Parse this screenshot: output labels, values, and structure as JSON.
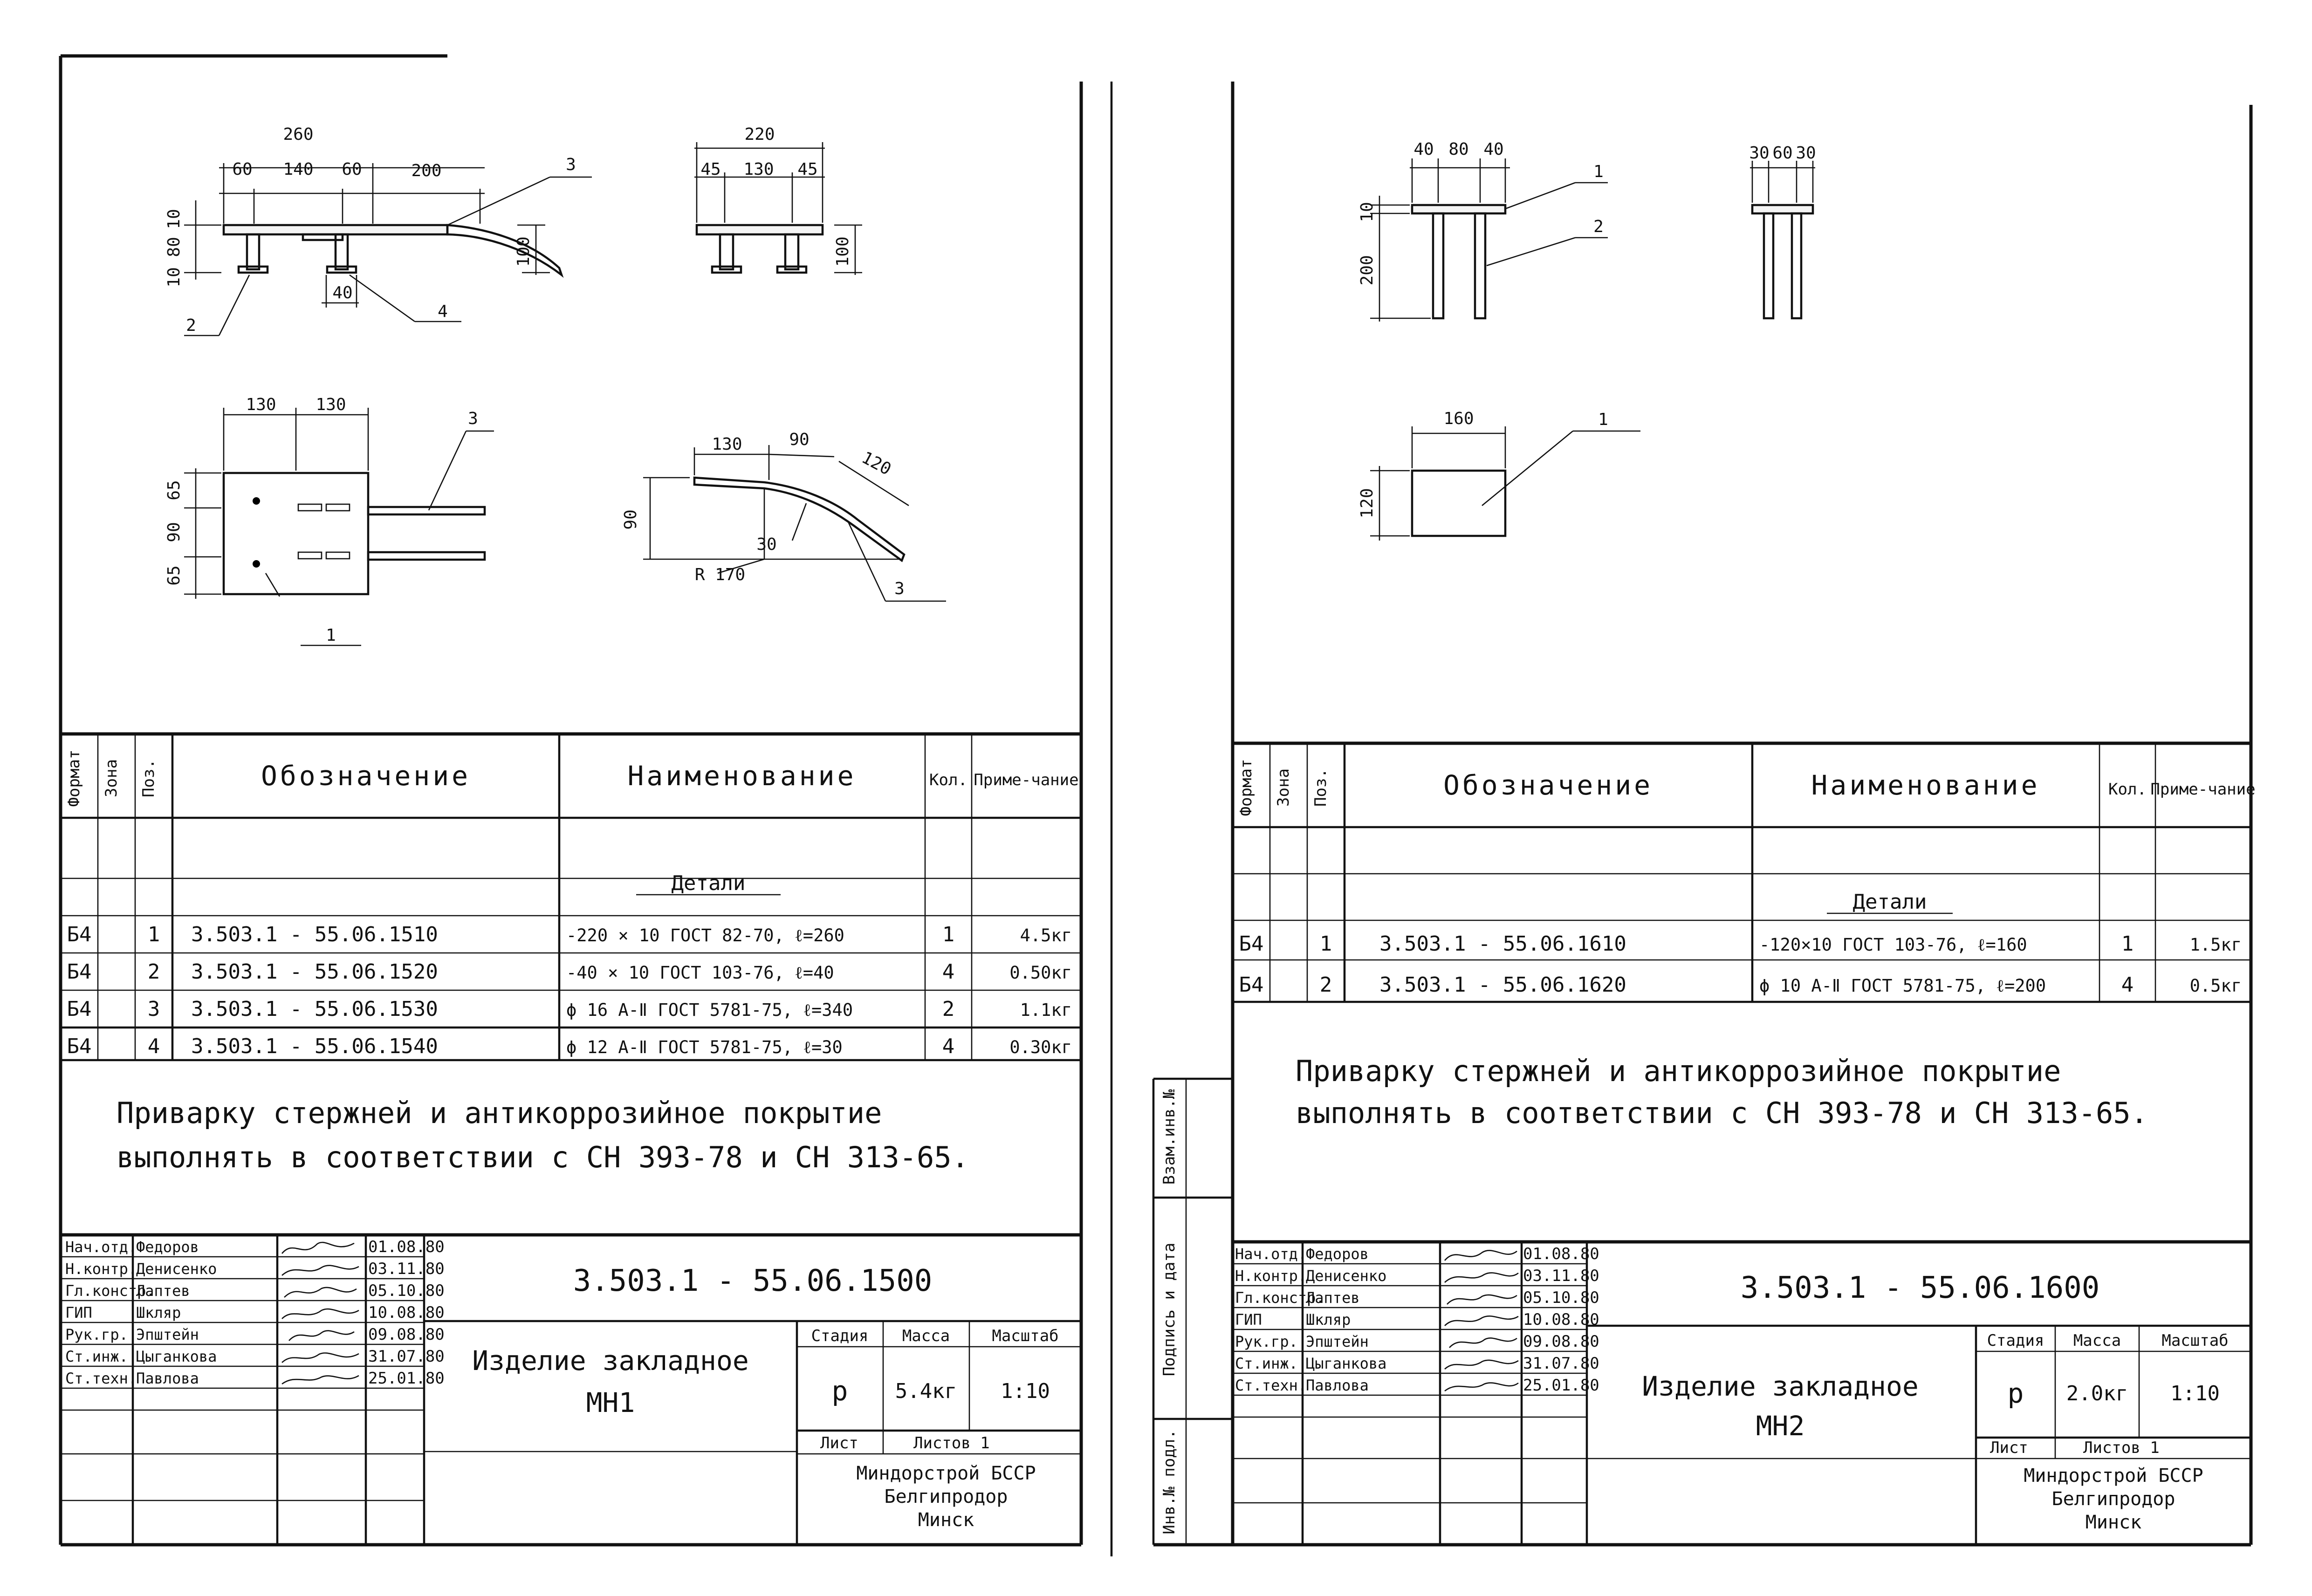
{
  "sheets": [
    {
      "drawing_dims": {
        "front_total": "260",
        "front_a": "60",
        "front_b": "140",
        "front_c": "60",
        "front_d": "200",
        "front_v1": "10",
        "front_v2": "80",
        "front_v3": "10",
        "front_h": "100",
        "front_x": "40",
        "side_total": "220",
        "side_a": "45",
        "side_b": "130",
        "side_c": "45",
        "side_h": "100",
        "plan_a": "130",
        "plan_b": "130",
        "plan_v1": "65",
        "plan_v2": "90",
        "plan_v3": "65",
        "bar_a": "130",
        "bar_b": "90",
        "bar_c": "120",
        "bar_h": "90",
        "bar_r": "R 170",
        "bar_ang": "30"
      },
      "leaders": [
        "3",
        "2",
        "4",
        "3",
        "1",
        "3"
      ],
      "table": {
        "headers": [
          "Формат",
          "Зона",
          "Поз.",
          "Обозначение",
          "Наименование",
          "Кол.",
          "Приме-чание"
        ],
        "section": "Детали",
        "rows": [
          {
            "fmt": "Б4",
            "pos": "1",
            "code": "3.503.1 - 55.06.1510",
            "name": "-220 × 10  ГОСТ 82-70, ℓ=260",
            "qty": "1",
            "note": "4.5кг"
          },
          {
            "fmt": "Б4",
            "pos": "2",
            "code": "3.503.1 - 55.06.1520",
            "name": "-40 × 10  ГОСТ 103-76, ℓ=40",
            "qty": "4",
            "note": "0.50кг"
          },
          {
            "fmt": "Б4",
            "pos": "3",
            "code": "3.503.1 - 55.06.1530",
            "name": "ϕ 16 А-Ⅱ  ГОСТ 5781-75, ℓ=340",
            "qty": "2",
            "note": "1.1кг"
          },
          {
            "fmt": "Б4",
            "pos": "4",
            "code": "3.503.1 - 55.06.1540",
            "name": "ϕ 12 А-Ⅱ  ГОСТ 5781-75, ℓ=30",
            "qty": "4",
            "note": "0.30кг"
          }
        ]
      },
      "note_lines": [
        "Приварку стержней и антикоррозийное покрытие",
        "выполнять в соответствии с СН 393-78 и СН 313-65."
      ],
      "stamp": {
        "doc_code": "3.503.1 - 55.06.1500",
        "title_lines": [
          "Изделие закладное",
          "МН1"
        ],
        "stage_label": "Стадия",
        "mass_label": "Масса",
        "scale_label": "Масштаб",
        "stage": "р",
        "mass": "5.4кг",
        "scale": "1:10",
        "sheet_label": "Лист",
        "sheets_label": "Листов 1",
        "org_lines": [
          "Миндорстрой БССР",
          "Белгипродор",
          "Минск"
        ],
        "staff": [
          {
            "role": "Нач.отд.",
            "name": "Федоров",
            "date": "01.08.80"
          },
          {
            "role": "Н.контр.",
            "name": "Денисенко",
            "date": "03.11.80"
          },
          {
            "role": "Гл.констр.",
            "name": "Лаптев",
            "date": "05.10.80"
          },
          {
            "role": "ГИП",
            "name": "Шкляр",
            "date": "10.08.80"
          },
          {
            "role": "Рук.гр.",
            "name": "Эпштейн",
            "date": "09.08.80"
          },
          {
            "role": "Ст.инж.",
            "name": "Цыганкова",
            "date": "31.07.80"
          },
          {
            "role": "Ст.техн.",
            "name": "Павлова",
            "date": "25.01.80"
          }
        ]
      }
    },
    {
      "drawing_dims": {
        "front_a": "40",
        "front_b": "80",
        "front_c": "40",
        "front_v1": "10",
        "front_v2": "200",
        "side_a": "30",
        "side_b": "60",
        "side_c": "30",
        "plan_w": "160",
        "plan_h": "120"
      },
      "leaders": [
        "1",
        "2",
        "1"
      ],
      "table": {
        "headers": [
          "Формат",
          "Зона",
          "Поз.",
          "Обозначение",
          "Наименование",
          "Кол.",
          "Приме-чание"
        ],
        "section": "Детали",
        "rows": [
          {
            "fmt": "Б4",
            "pos": "1",
            "code": "3.503.1 - 55.06.1610",
            "name": "-120×10  ГОСТ 103-76, ℓ=160",
            "qty": "1",
            "note": "1.5кг"
          },
          {
            "fmt": "Б4",
            "pos": "2",
            "code": "3.503.1 - 55.06.1620",
            "name": "ϕ 10 А-Ⅱ  ГОСТ 5781-75, ℓ=200",
            "qty": "4",
            "note": "0.5кг"
          }
        ]
      },
      "note_lines": [
        "Приварку стержней и антикоррозийное покрытие",
        "выполнять в соответствии с СН 393-78 и СН 313-65."
      ],
      "side_labels": [
        "Инв.№ подл.",
        "Подпись и дата",
        "Взам.инв.№"
      ],
      "stamp": {
        "doc_code": "3.503.1 - 55.06.1600",
        "title_lines": [
          "Изделие закладное",
          "МН2"
        ],
        "stage_label": "Стадия",
        "mass_label": "Масса",
        "scale_label": "Масштаб",
        "stage": "р",
        "mass": "2.0кг",
        "scale": "1:10",
        "sheet_label": "Лист",
        "sheets_label": "Листов 1",
        "org_lines": [
          "Миндорстрой БССР",
          "Белгипродор",
          "Минск"
        ],
        "staff": [
          {
            "role": "Нач.отд.",
            "name": "Федоров",
            "date": "01.08.80"
          },
          {
            "role": "Н.контр.",
            "name": "Денисенко",
            "date": "03.11.80"
          },
          {
            "role": "Гл.констр.",
            "name": "Лаптев",
            "date": "05.10.80"
          },
          {
            "role": "ГИП",
            "name": "Шкляр",
            "date": "10.08.80"
          },
          {
            "role": "Рук.гр.",
            "name": "Эпштейн",
            "date": "09.08.80"
          },
          {
            "role": "Ст.инж.",
            "name": "Цыганкова",
            "date": "31.07.80"
          },
          {
            "role": "Ст.техн.",
            "name": "Павлова",
            "date": "25.01.80"
          }
        ]
      }
    }
  ]
}
